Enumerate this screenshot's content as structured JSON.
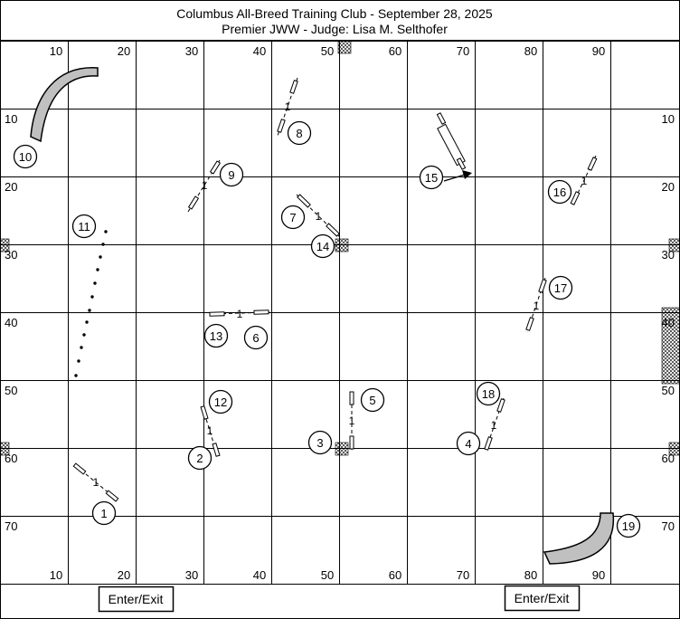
{
  "header": {
    "title": "Columbus All-Breed Training Club - September 28, 2025",
    "subtitle": "Premier JWW - Judge: Lisa M. Selthofer"
  },
  "axis": {
    "top": [
      "10",
      "20",
      "30",
      "40",
      "50",
      "60",
      "70",
      "80",
      "90"
    ],
    "bottom": [
      "10",
      "20",
      "30",
      "40",
      "50",
      "60",
      "70",
      "80",
      "90"
    ],
    "left": [
      "10",
      "20",
      "30",
      "40",
      "50",
      "60",
      "70"
    ],
    "right": [
      "10",
      "20",
      "30",
      "40",
      "50",
      "60",
      "70"
    ]
  },
  "obstacles": {
    "jump_label": "1",
    "numbers": [
      "1",
      "2",
      "3",
      "4",
      "5",
      "6",
      "7",
      "8",
      "9",
      "10",
      "11",
      "12",
      "13",
      "14",
      "15",
      "16",
      "17",
      "18",
      "19"
    ]
  },
  "footer": {
    "entries": [
      "Enter/Exit",
      "Enter/Exit"
    ]
  },
  "colors": {
    "tunnel": "#c0c0c0",
    "line": "#000000",
    "background": "#ffffff"
  }
}
